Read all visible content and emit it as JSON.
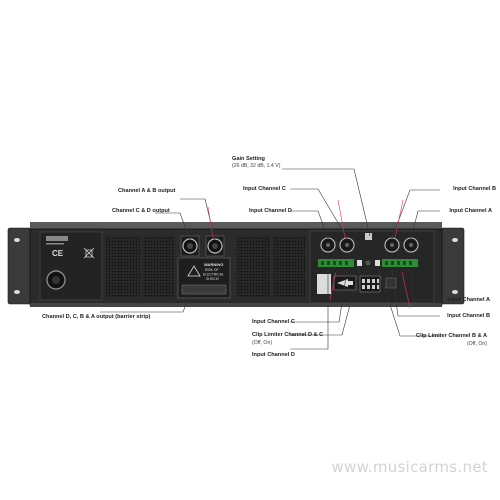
{
  "labels": {
    "gain_setting": "Gain Setting",
    "gain_values": "(26 dB, 32 dB, 1.4 V)",
    "channel_ab_output": "Channel A & B output",
    "channel_cd_output": "Channel C & D output",
    "input_channel_c": "Input Channel C",
    "input_channel_d": "Input Channel D",
    "input_channel_b": "Input Channel B",
    "input_channel_a": "Input Channel A",
    "barrier_strip": "Channel D, C, B & A output (barrier strip)",
    "clip_limiter_dc": "Clip Limiter Channel D & C",
    "clip_limiter_dc_values": "(Off, On)",
    "clip_limiter_ba": "Clip Limiter Channel B & A",
    "clip_limiter_ba_values": "(Off, On)",
    "input_channel_c_bottom": "Input Channel C",
    "input_channel_d_bottom": "Input Channel D",
    "input_channel_b_bottom": "Input Channel B",
    "input_channel_a_bottom": "Input Channel A"
  },
  "panel": {
    "warning_title": "WARNING",
    "warning_line1": "RISK OF",
    "warning_line2": "ELECTRICAL",
    "warning_line3": "SHOCK!",
    "ce_mark": "CE"
  },
  "watermark": "www.musicarms.net",
  "colors": {
    "chassis": "#2b2b2b",
    "connector_green": "#2e8b3a",
    "leader_red": "#e0344a"
  }
}
